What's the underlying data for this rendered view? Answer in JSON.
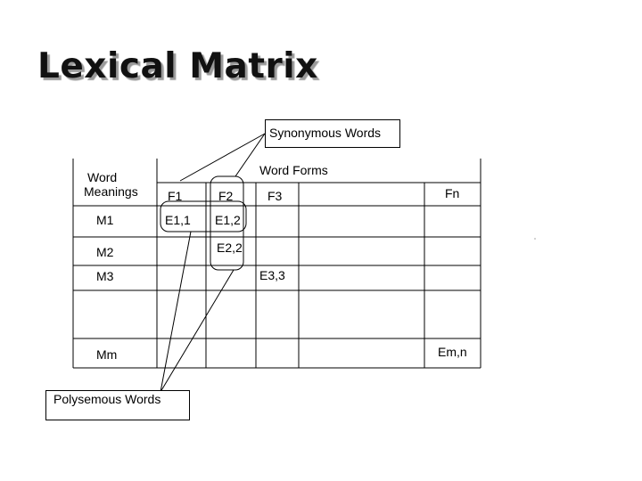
{
  "title": "Lexical Matrix",
  "labels": {
    "synonymous": "Synonymous Words",
    "polysemous": "Polysemous Words",
    "word_forms": "Word Forms",
    "word_meanings_line1": "Word",
    "word_meanings_line2": "Meanings"
  },
  "form_headers": [
    "F1",
    "F2",
    "F3",
    "Fn"
  ],
  "meaning_rows": [
    "M1",
    "M2",
    "M3",
    "Mm"
  ],
  "cells": {
    "e11": "E1,1",
    "e12": "E1,2",
    "e22": "E2,2",
    "e33": "E3,3",
    "emn": "Em,n"
  }
}
